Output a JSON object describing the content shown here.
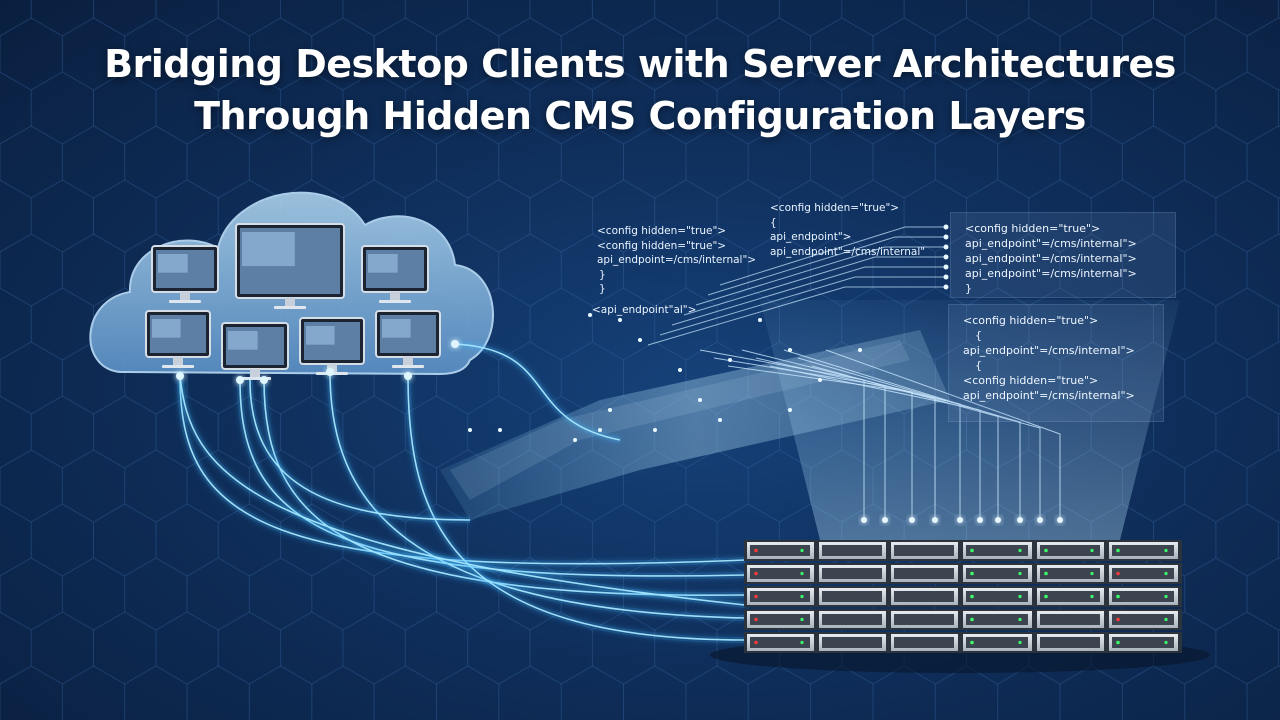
{
  "title": {
    "line1": "Bridging Desktop Clients with Server Architectures",
    "line2": "Through Hidden CMS Configuration Layers"
  },
  "code_snippets": {
    "left": [
      "<config hidden=\"true\">",
      "<config hidden=\"true\">",
      "api_endpoint=/cms/internal\">",
      "}",
      "}"
    ],
    "left_single": "<api_endpoint\"al\">",
    "middle": [
      "<config hidden=\"true\">",
      "{",
      "api_endpoint\">",
      "api_endpoint\"=/cms/internal\""
    ],
    "panel_top": [
      "<config hidden=\"true\">",
      "api_endpoint\"=/cms/internal\">",
      "api_endpoint\"=/cms/internal\">",
      "api_endpoint\"=/cms/internal\">",
      "}"
    ],
    "panel_bottom": [
      "<config hidden=\"true\">",
      "{",
      "api_endpoint\"=/cms/internal\">",
      "{",
      "<config hidden=\"true\">",
      "api_endpoint\"=/cms/internal\">"
    ]
  },
  "icons": {
    "cloud": "cloud-icon",
    "monitor": "desktop-monitor-icon",
    "server": "server-rack-icon"
  },
  "colors": {
    "background": "#0f2f5c",
    "glow": "#5fd0ff",
    "cloud": "#7fb3dc",
    "led_red": "#ff3a3a",
    "led_green": "#3cff6a"
  }
}
